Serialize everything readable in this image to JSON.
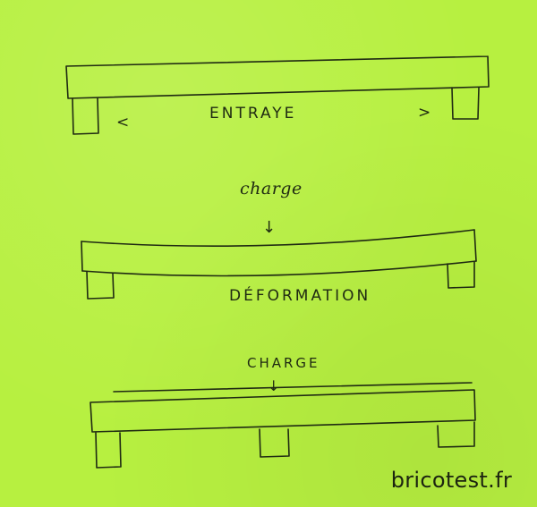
{
  "diagrams": [
    {
      "label": "ENTRAYE",
      "arrow_left": "<",
      "arrow_right": ">"
    },
    {
      "load_label": "charge",
      "arrow": "↓",
      "label": "DÉFORMATION"
    },
    {
      "load_label": "CHARGE",
      "arrow": "↓"
    }
  ],
  "watermark": "bricotest.fr"
}
